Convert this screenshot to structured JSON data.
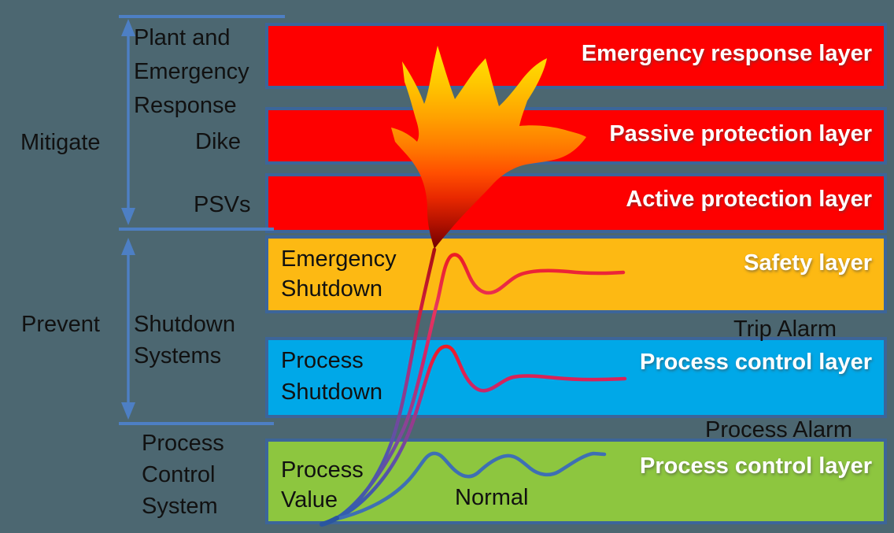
{
  "colors": {
    "background": "#4c6771",
    "bar_border": "#3c659a",
    "red_layer": "#fe0000",
    "amber_layer": "#fdb913",
    "blue_layer": "#00a8e8",
    "green_layer": "#8dc63f",
    "bracket": "#4d7fc4",
    "trace_red": "#ed1c24",
    "trace_blue": "#3e6fb4",
    "flame_top": "#ffe600",
    "flame_bottom": "#700000",
    "black_text": "#111111",
    "white_text": "#ffffff"
  },
  "left": {
    "mitigate": "Mitigate",
    "prevent": "Prevent",
    "plant_lines": [
      "Plant and",
      "Emergency",
      "Response"
    ],
    "dike": "Dike",
    "psvs": "PSVs",
    "shutdown_lines": [
      "Shutdown",
      "Systems"
    ],
    "pcs_lines": [
      "Process",
      "Control",
      "System"
    ]
  },
  "bars": [
    {
      "label": "Emergency response layer"
    },
    {
      "label": "Passive protection layer"
    },
    {
      "label": "Active protection layer"
    },
    {
      "label": "Safety layer",
      "inner_lines": [
        "Emergency",
        "Shutdown"
      ]
    },
    {
      "label": "Process control layer",
      "inner_lines": [
        "Process",
        "Shutdown"
      ]
    },
    {
      "label": "Process control layer",
      "inner_lines": [
        "Process",
        "Value"
      ],
      "normal_label": "Normal"
    }
  ],
  "alarms": {
    "trip": "Trip Alarm",
    "process": "Process Alarm"
  },
  "icons": {
    "flame": "flame-icon",
    "mitigate_arrow": "double-headed-arrow-icon",
    "prevent_arrow": "double-headed-arrow-icon"
  }
}
